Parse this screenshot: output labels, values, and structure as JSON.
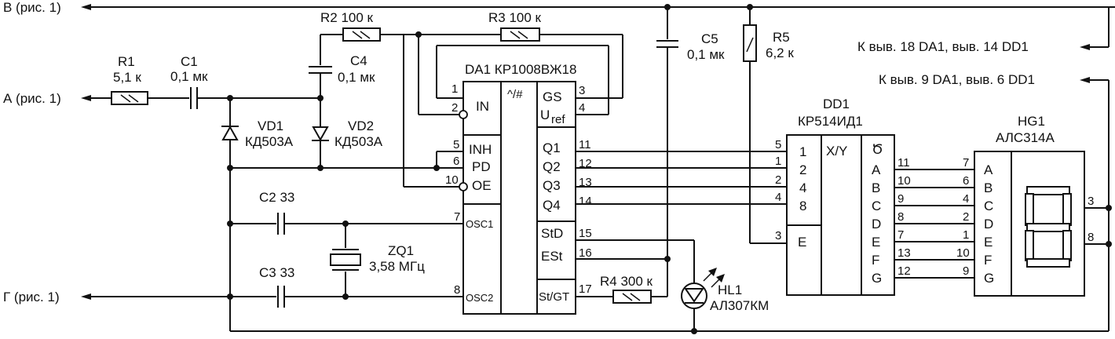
{
  "connectors": {
    "v": "В (рис. 1)",
    "a": "А (рис. 1)",
    "g": "Г (рис. 1)",
    "k18": "К выв. 18 DA1, выв. 14 DD1",
    "k9": "К выв. 9 DA1, выв. 6 DD1"
  },
  "components": {
    "r1": {
      "name": "R1",
      "value": "5,1 к"
    },
    "c1": {
      "name": "C1",
      "value": "0,1 мк"
    },
    "r2": {
      "label": "R2 100 к"
    },
    "r3": {
      "label": "R3 100 к"
    },
    "c4": {
      "name": "C4",
      "value": "0,1 мк"
    },
    "vd1": {
      "name": "VD1",
      "type": "КД503А"
    },
    "vd2": {
      "name": "VD2",
      "type": "КД503А"
    },
    "c2": {
      "label": "C2 33"
    },
    "c3": {
      "label": "C3 33"
    },
    "zq1": {
      "name": "ZQ1",
      "value": "3,58 МГц"
    },
    "c5": {
      "name": "C5",
      "value": "0,1 мк"
    },
    "r5": {
      "name": "R5",
      "value": "6,2 к"
    },
    "r4": {
      "label": "R4 300 к"
    },
    "hl1": {
      "name": "HL1",
      "type": "АЛ307КМ"
    },
    "hg1": {
      "name": "HG1",
      "type": "АЛС314А"
    }
  },
  "da1": {
    "title": "DA1 КР1008ВЖ18",
    "center": "^/#",
    "left": {
      "in": "IN",
      "inh": "INH",
      "pd": "PD",
      "oe": "OE",
      "osc1": "OSC1",
      "osc2": "OSC2"
    },
    "right": {
      "gs": "GS",
      "uref": "U",
      "uref_sub": "ref",
      "q1": "Q1",
      "q2": "Q2",
      "q3": "Q3",
      "q4": "Q4",
      "std": "StD",
      "est": "ESt",
      "stgt": "St/GT"
    },
    "pins": {
      "p1": "1",
      "p2": "2",
      "p3": "3",
      "p4": "4",
      "p5": "5",
      "p6": "6",
      "p10": "10",
      "p7": "7",
      "p8": "8",
      "p11": "11",
      "p12": "12",
      "p13": "13",
      "p14": "14",
      "p15": "15",
      "p16": "16",
      "p17": "17"
    }
  },
  "dd1": {
    "name": "DD1",
    "type": "КР514ИД1",
    "center": "X/Y",
    "inputs": {
      "i1": "1",
      "i2": "2",
      "i4": "4",
      "i8": "8",
      "e": "E"
    },
    "outputs": {
      "sym": "Ծ",
      "a": "A",
      "b": "B",
      "c": "C",
      "d": "D",
      "e": "E",
      "f": "F",
      "g": "G"
    },
    "in_pins": {
      "p5": "5",
      "p1": "1",
      "p2": "2",
      "p4": "4",
      "p3": "3"
    },
    "out_pins": {
      "a": "11",
      "b": "10",
      "c": "9",
      "d": "8",
      "e": "7",
      "f": "13",
      "g": "12"
    }
  },
  "hg1_pins": {
    "labels": {
      "a": "A",
      "b": "B",
      "c": "C",
      "d": "D",
      "e": "E",
      "f": "F",
      "g": "G"
    },
    "in": {
      "a": "7",
      "b": "6",
      "c": "4",
      "d": "2",
      "e": "1",
      "f": "10",
      "g": "9"
    },
    "out": {
      "p3": "3",
      "p8": "8"
    }
  }
}
